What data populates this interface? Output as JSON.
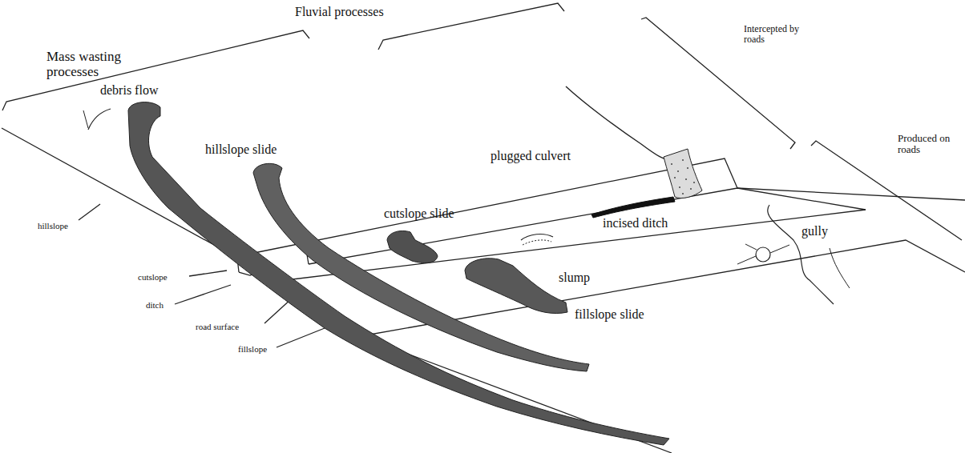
{
  "diagram": {
    "labels": [
      "Mass wasting processes",
      "Fluvial processes",
      "Intercepted by roads",
      "Produced on roads",
      "debris flow",
      "hillslope slide",
      "plugged culvert",
      "cutslope slide",
      "incised ditch",
      "gully",
      "slump",
      "fillslope slide",
      "hillslope",
      "cutslope",
      "ditch",
      "road surface",
      "fillslope"
    ]
  }
}
